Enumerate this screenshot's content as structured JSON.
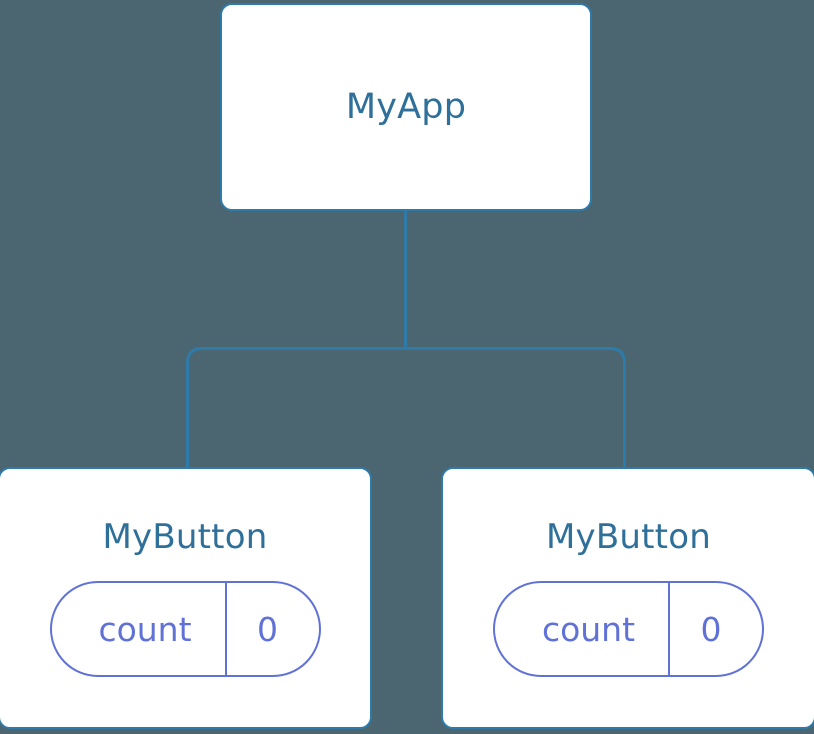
{
  "diagram": {
    "type": "component-tree",
    "background_color": "#4b6671",
    "node_border_color": "#2e7baa",
    "node_title_color": "#2e7099",
    "connector_color": "#2e7baa",
    "pill_color": "#6072d6"
  },
  "root": {
    "title": "MyApp"
  },
  "children": [
    {
      "title": "MyButton",
      "state": {
        "key": "count",
        "value": "0"
      }
    },
    {
      "title": "MyButton",
      "state": {
        "key": "count",
        "value": "0"
      }
    }
  ]
}
